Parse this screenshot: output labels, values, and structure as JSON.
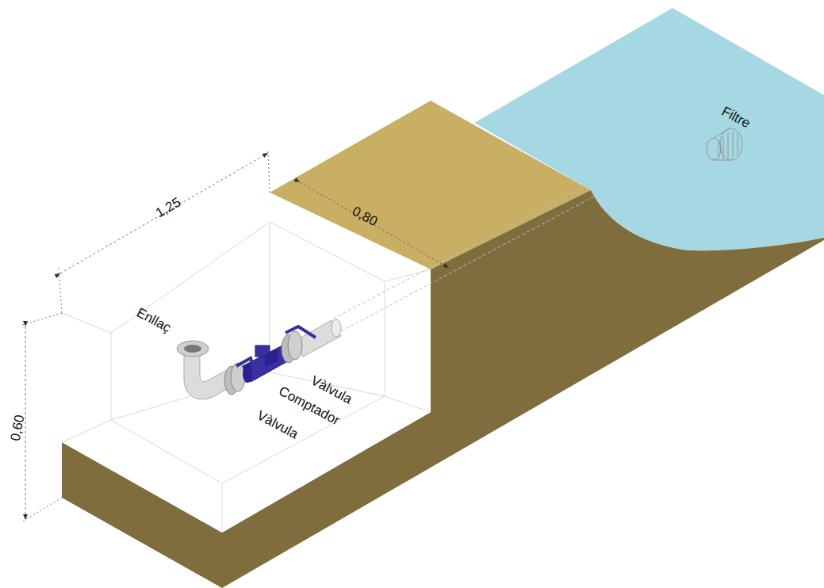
{
  "diagram": {
    "labels": [
      "1,25",
      "0,80",
      "0,60",
      "Enllaç",
      "Vàlvula",
      "Comptador",
      "Vàlvula",
      "Filtre"
    ]
  }
}
